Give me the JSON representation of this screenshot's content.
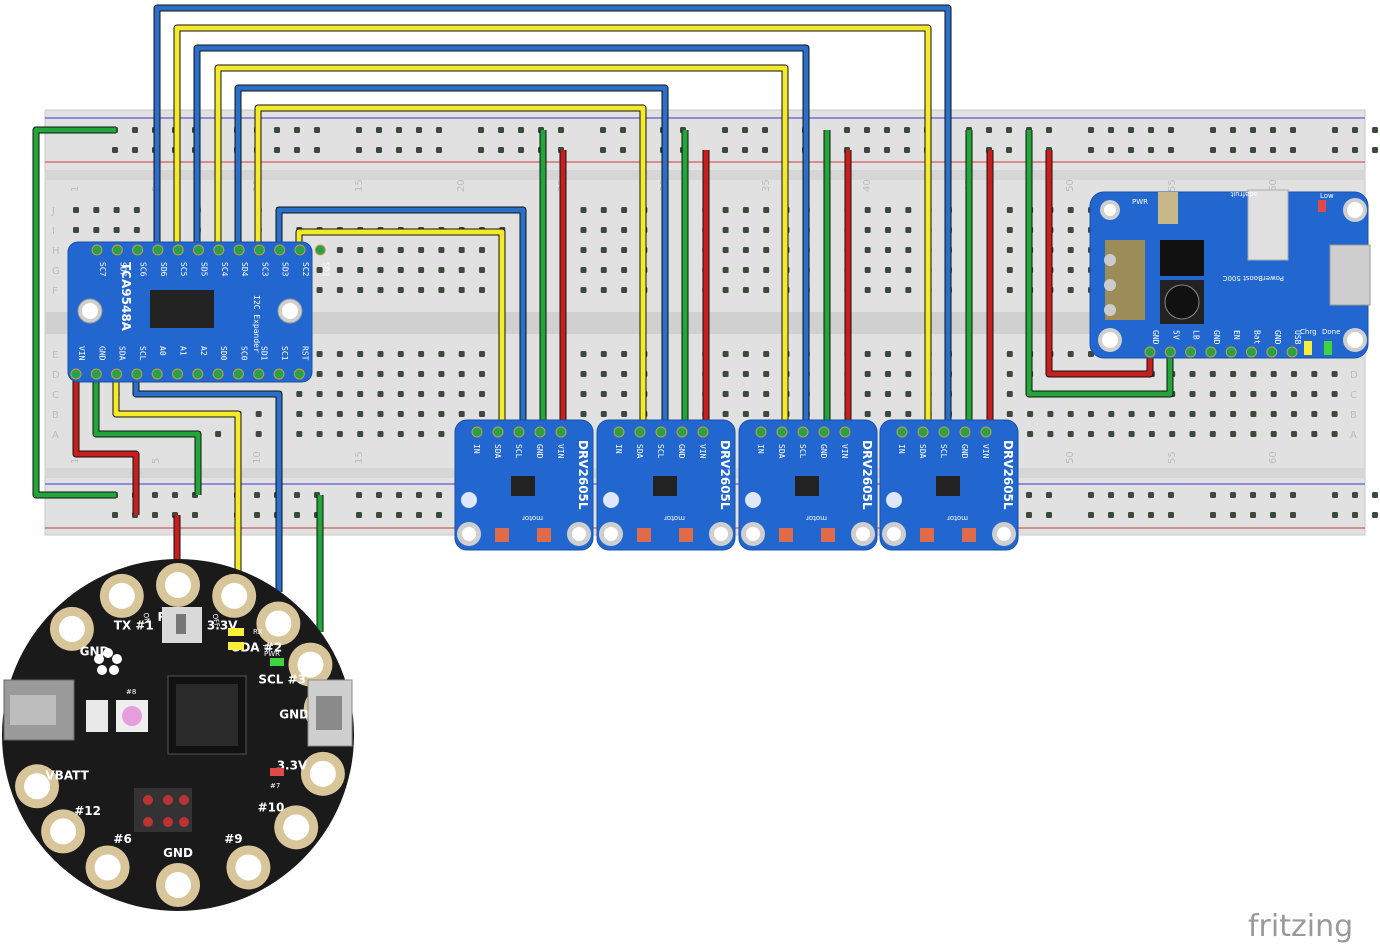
{
  "tca9548a": {
    "name_label": "TCA9548A",
    "subtitle": "I2C Expander",
    "top_pins": [
      "SC7",
      "SD7",
      "SC6",
      "SD6",
      "SC5",
      "SD5",
      "SC4",
      "SD4",
      "SC3",
      "SD3",
      "SC2",
      "SD2"
    ],
    "bottom_pins": [
      "VIN",
      "GND",
      "SDA",
      "SCL",
      "A0",
      "A1",
      "A2",
      "SD0",
      "SC0",
      "SD1",
      "SC1",
      "RST"
    ]
  },
  "drv_boards": [
    {
      "label": "DRV2605L",
      "pins": [
        "IN",
        "SDA",
        "SCL",
        "GND",
        "VIN"
      ],
      "motor": "motor"
    },
    {
      "label": "DRV2605L",
      "pins": [
        "IN",
        "SDA",
        "SCL",
        "GND",
        "VIN"
      ],
      "motor": "motor"
    },
    {
      "label": "DRV2605L",
      "pins": [
        "IN",
        "SDA",
        "SCL",
        "GND",
        "VIN"
      ],
      "motor": "motor"
    },
    {
      "label": "DRV2605L",
      "pins": [
        "IN",
        "SDA",
        "SCL",
        "GND",
        "VIN"
      ],
      "motor": "motor"
    }
  ],
  "powerboost": {
    "brand": "adafruit",
    "title": "PowerBoost 500C",
    "pins": [
      "GND",
      "5V",
      "LB",
      "GND",
      "EN",
      "Bat",
      "GND",
      "USB"
    ],
    "led_labels": [
      "PWR",
      "Low",
      "Chrg",
      "Done"
    ]
  },
  "flora": {
    "pads": [
      "3.3V",
      "RX #0",
      "TX #1",
      "GND",
      "SDA #2",
      "SCL #3",
      "GND",
      "VBATT",
      "#12",
      "#6",
      "GND",
      "#9",
      "#10",
      "3.3V"
    ],
    "switch_on": "ON",
    "switch_off": "OFF",
    "pwr_label": "PWR",
    "rx_label": "RX",
    "tx_label": "TX",
    "pixel_label": "#8",
    "led_label": "#7"
  },
  "breadboard": {
    "column_numbers_top": [
      "1",
      "5",
      "10",
      "15",
      "20",
      "25",
      "30",
      "35",
      "40",
      "45",
      "50",
      "55",
      "60"
    ],
    "row_letters_top": [
      "J",
      "I",
      "H",
      "G",
      "F"
    ],
    "row_letters_bottom": [
      "E",
      "D",
      "C",
      "B",
      "A"
    ]
  },
  "watermark": "fritzing",
  "colors": {
    "wire_blue": "#2a6fc9",
    "wire_yellow": "#f4ea2a",
    "wire_green": "#22a63a",
    "wire_red": "#c81e1e",
    "board_blue": "#2266d0",
    "breadboard": "#e3e3e3"
  }
}
